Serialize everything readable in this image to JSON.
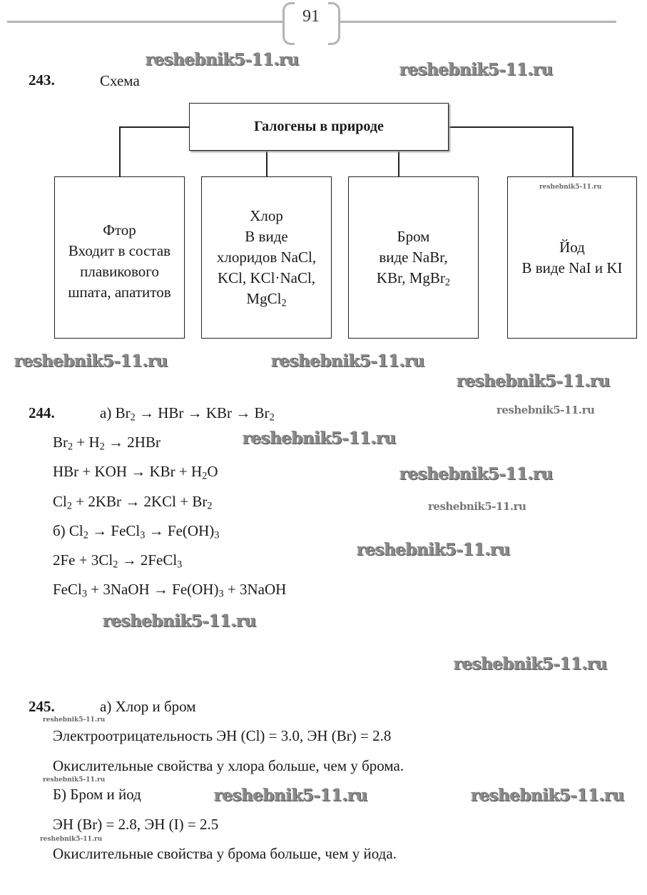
{
  "page": {
    "number": "91"
  },
  "task243": {
    "number": "243.",
    "label": "Схема",
    "diagram": {
      "root": "Галогены в природе",
      "children": [
        {
          "lines": [
            "Фтор",
            "Входит в состав",
            "плавикового",
            "шпата, апатитов"
          ]
        },
        {
          "lines": [
            "Хлор",
            "В виде",
            "хлоридов NaCl,",
            "KCl, KCl·NaCl,"
          ],
          "formula": {
            "base": "MgCl",
            "sub": "2"
          }
        },
        {
          "lines": [
            "Бром",
            "виде NaBr,"
          ],
          "formula": {
            "base": "KBr, MgBr",
            "sub": "2"
          }
        },
        {
          "lines": [
            "Йод",
            "В виде NaI и KI"
          ]
        }
      ]
    }
  },
  "task244": {
    "number": "244.",
    "a": {
      "chain": {
        "prefix": "а) Br",
        "s1": "2",
        "rest": " → HBr → KBr → Br",
        "s2": "2"
      },
      "eq1": {
        "p1": "Br",
        "s1": "2",
        "p2": " + H",
        "s2": "2",
        "p3": " → 2HBr"
      },
      "eq2": {
        "p1": "HBr + KOH → KBr + H",
        "s1": "2",
        "p2": "O"
      },
      "eq3": {
        "p1": "Cl",
        "s1": "2",
        "p2": " + 2KBr → 2KCl + Br",
        "s2": "2"
      }
    },
    "b": {
      "chain": {
        "p1": "б) Cl",
        "s1": "2",
        "p2": " → FeCl",
        "s2": "3",
        "p3": " → Fe(OH)",
        "s3": "3"
      },
      "eq1": {
        "p1": "2Fe + 3Cl",
        "s1": "2",
        "p2": " → 2FeCl",
        "s2": "3"
      },
      "eq2": {
        "p1": "FeCl",
        "s1": "3",
        "p2": " + 3NaOH → Fe(OH)",
        "s2": "3",
        "p3": " + 3NaOH"
      }
    }
  },
  "task245": {
    "number": "245.",
    "a_title": "а) Хлор и бром",
    "a_line1": "Электроотрицательность ЭН (Cl) = 3.0, ЭН (Br) = 2.8",
    "a_line2": "Окислительные свойства у хлора больше, чем у брома.",
    "b_title": "Б) Бром и йод",
    "b_line1": "ЭН (Br) = 2.8, ЭН (I) = 2.5",
    "b_line2": "Окислительные свойства у брома больше, чем у йода."
  },
  "watermark": "reshebnik5-11.ru"
}
